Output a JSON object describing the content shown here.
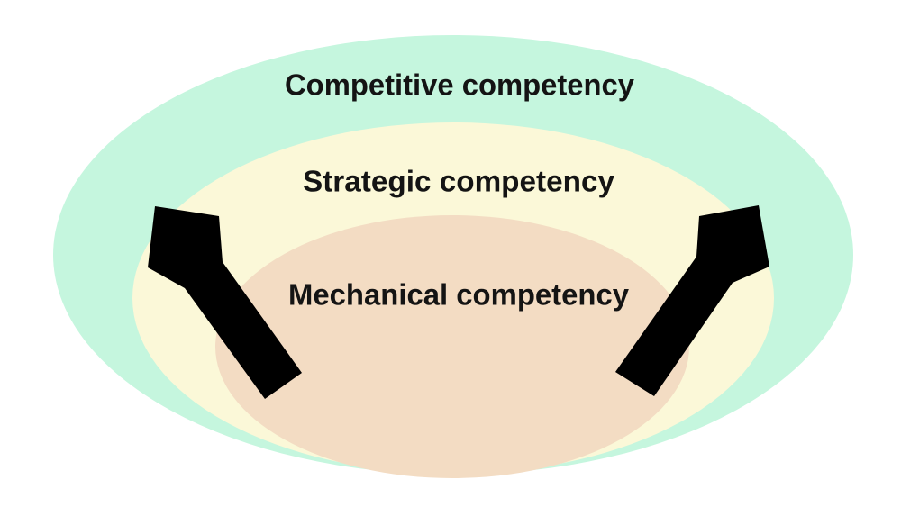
{
  "layers": {
    "outer": {
      "label": "Competitive competency",
      "color": "#c5f6de"
    },
    "middle": {
      "label": "Strategic competency",
      "color": "#fbf8d8"
    },
    "inner": {
      "label": "Mechanical competency",
      "color": "#f3dcc3"
    }
  },
  "arrows": {
    "color": "#000000",
    "left": {
      "icon": "arrow-up-left-icon"
    },
    "right": {
      "icon": "arrow-up-right-icon"
    }
  }
}
